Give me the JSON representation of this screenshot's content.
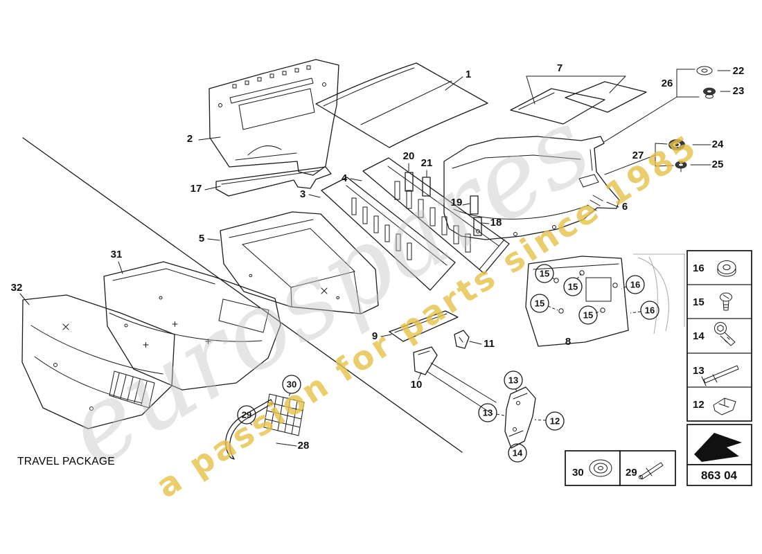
{
  "diagram": {
    "title": "TRAVEL PACKAGE",
    "part_code": "863 04"
  },
  "watermark": {
    "brand": "eurospares",
    "tagline": "a passion for parts since 1985"
  },
  "labels": {
    "n1": "1",
    "n2": "2",
    "n3": "3",
    "n4": "4",
    "n5": "5",
    "n6": "6",
    "n7": "7",
    "n8": "8",
    "n9": "9",
    "n10": "10",
    "n11": "11",
    "n12": "12",
    "n13": "13",
    "n14": "14",
    "n15": "15",
    "n16": "16",
    "n17": "17",
    "n18": "18",
    "n19": "19",
    "n20": "20",
    "n21": "21",
    "n22": "22",
    "n23": "23",
    "n24": "24",
    "n25": "25",
    "n26": "26",
    "n27": "27",
    "n28": "28",
    "n29": "29",
    "n30": "30",
    "n31": "31",
    "n32": "32"
  },
  "sidebar": {
    "rows": [
      {
        "num": "16",
        "icon": "grommet-icon"
      },
      {
        "num": "15",
        "icon": "screw-icon"
      },
      {
        "num": "14",
        "icon": "bolt-icon"
      },
      {
        "num": "13",
        "icon": "expansion-pin-icon"
      },
      {
        "num": "12",
        "icon": "bracket-clip-icon"
      }
    ]
  },
  "legend": {
    "boxes": [
      {
        "num": "30",
        "icon": "washer-icon"
      },
      {
        "num": "29",
        "icon": "rivet-icon"
      }
    ]
  },
  "colors": {
    "line": "#1a1a1a",
    "faint": "#a8a8a8",
    "watermark_gray": "#c2c2c2",
    "watermark_yellow": "#e6c24a"
  }
}
